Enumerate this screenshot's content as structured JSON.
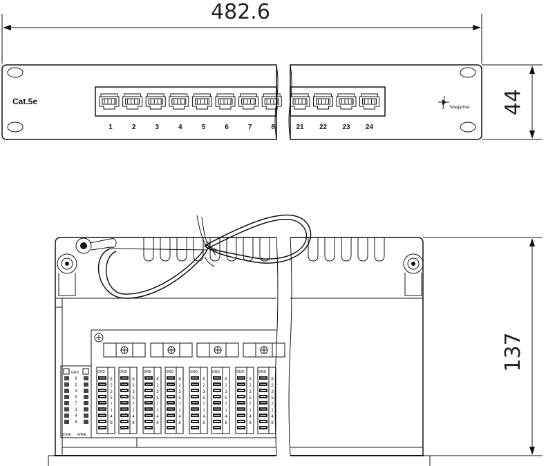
{
  "dimensions": {
    "width": "482.6",
    "front_height": "44",
    "depth": "137"
  },
  "front_panel": {
    "label": "Cat.5e",
    "brand": "Telegärtner",
    "ports_left": [
      "1",
      "2",
      "3",
      "4",
      "5",
      "6",
      "7",
      "8"
    ],
    "ports_right": [
      "21",
      "22",
      "23",
      "24"
    ]
  },
  "lsa_module": {
    "top_label": "GND",
    "side_label_left": "SCRE",
    "side_label_right": "WIRE",
    "pin_labels": [
      "6",
      "2",
      "3",
      "5",
      "7",
      "1",
      "4",
      "8"
    ]
  }
}
